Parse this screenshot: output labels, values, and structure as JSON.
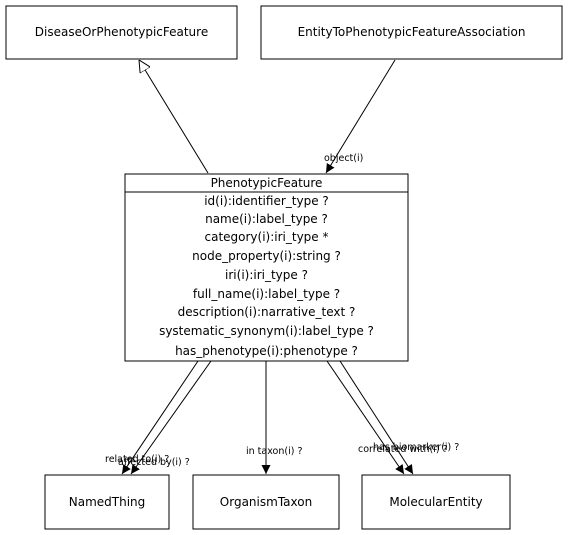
{
  "classes": {
    "disease_or_phenotypic_feature": "DiseaseOrPhenotypicFeature",
    "entity_to_phenotypic_feature_association": "EntityToPhenotypicFeatureAssociation",
    "named_thing": "NamedThing",
    "organism_taxon": "OrganismTaxon",
    "molecular_entity": "MolecularEntity"
  },
  "main_class": {
    "name": "PhenotypicFeature",
    "attributes": [
      "id(i):identifier_type ?",
      "name(i):label_type ?",
      "category(i):iri_type *",
      "node_property(i):string ?",
      "iri(i):iri_type ?",
      "full_name(i):label_type ?",
      "description(i):narrative_text ?",
      "systematic_synonym(i):label_type ?",
      "has_phenotype(i):phenotype ?"
    ]
  },
  "edge_labels": {
    "object": "object(i)",
    "related_to": "related to(i) ?",
    "affected_by": "affected by(i) ?",
    "in_taxon": "in taxon(i) ?",
    "correlated_with": "correlated with(i) ?",
    "has_biomarker": "has biomarker(i) ?"
  }
}
